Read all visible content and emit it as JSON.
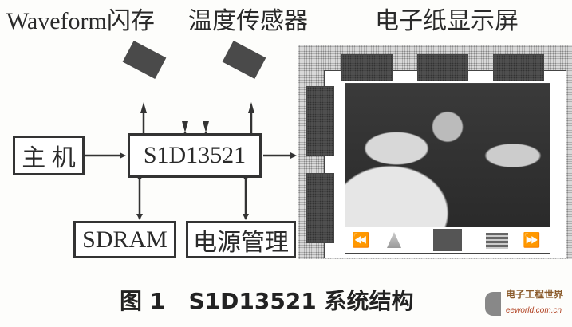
{
  "labels": {
    "waveform_flash": "Waveform闪存",
    "temp_sensor": "温度传感器",
    "epaper_display": "电子纸显示屏"
  },
  "blocks": {
    "controller": "S1D13521",
    "host": "主 机",
    "sdram": "SDRAM",
    "power": "电源管理"
  },
  "display_controls": {
    "rewind_icon": "⏪",
    "forward_icon": "⏩"
  },
  "caption": "图 1   S1D13521 系统结构",
  "watermark": {
    "name": "电子工程世界",
    "url": "eeworld.com.cn"
  }
}
